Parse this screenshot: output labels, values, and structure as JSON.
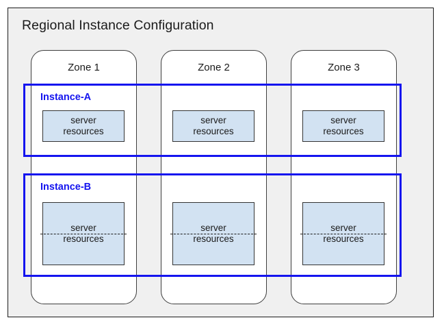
{
  "diagram": {
    "title": "Regional Instance Configuration",
    "background_color": "#f0f0f0",
    "frame_border_color": "#1a1a1a"
  },
  "colors": {
    "instance_accent": "#1414ef",
    "resource_fill": "#d2e2f2",
    "resource_border": "#333333",
    "zone_border": "#3d3d3d"
  },
  "zones": [
    {
      "label": "Zone 1"
    },
    {
      "label": "Zone 2"
    },
    {
      "label": "Zone 3"
    }
  ],
  "instances": [
    {
      "label": "Instance-A",
      "resources": [
        {
          "line1": "server",
          "line2": "resources",
          "divider": false
        },
        {
          "line1": "server",
          "line2": "resources",
          "divider": false
        },
        {
          "line1": "server",
          "line2": "resources",
          "divider": false
        }
      ]
    },
    {
      "label": "Instance-B",
      "resources": [
        {
          "line1": "server",
          "line2": "resources",
          "divider": true
        },
        {
          "line1": "server",
          "line2": "resources",
          "divider": true
        },
        {
          "line1": "server",
          "line2": "resources",
          "divider": true
        }
      ]
    }
  ]
}
